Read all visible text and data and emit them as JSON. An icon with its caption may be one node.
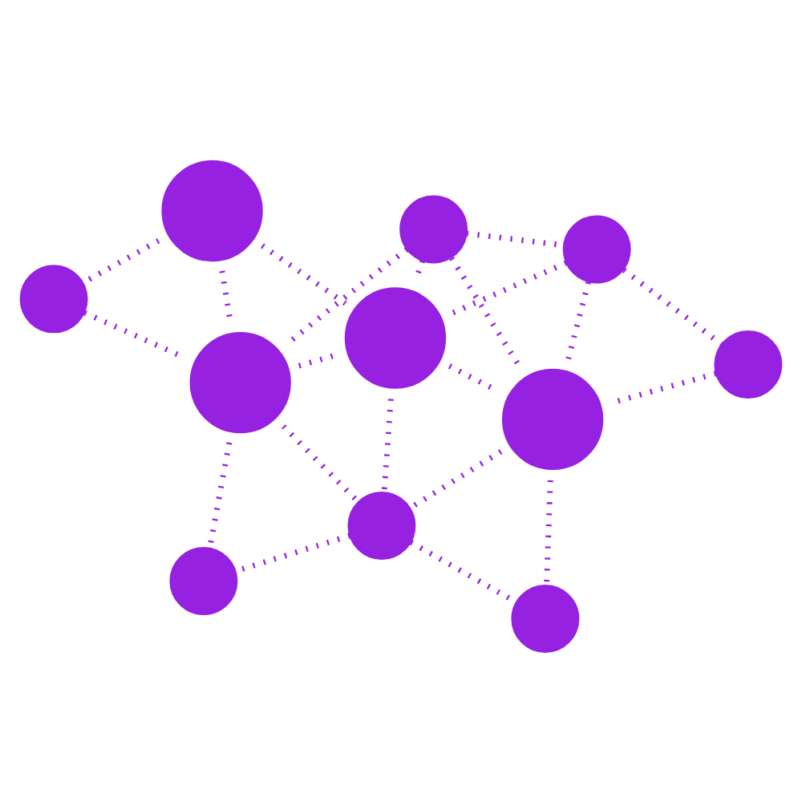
{
  "diagram": {
    "nodes": [
      {
        "text": [],
        "shape": "circle"
      },
      {
        "text": [],
        "shape": "circle"
      },
      {
        "text": [],
        "shape": "circle"
      },
      {
        "text": [],
        "shape": "person"
      },
      {
        "text": [],
        "shape": "person"
      },
      {
        "text": [],
        "shape": "person"
      },
      {
        "text": [],
        "shape": "circle"
      },
      {
        "text": [],
        "shape": "person"
      },
      {
        "text": [],
        "shape": "circle"
      },
      {
        "text": [],
        "shape": "circle"
      },
      {
        "text": [],
        "shape": "circle"
      }
    ],
    "edges": [
      {
        "from": 0,
        "to": 1,
        "arrow": "none",
        "style": "dashed"
      },
      {
        "from": 0,
        "to": 4,
        "arrow": "none",
        "style": "dashed"
      },
      {
        "from": 0,
        "to": 5,
        "arrow": "none",
        "style": "dashed"
      },
      {
        "from": 0,
        "to": 7,
        "arrow": "none",
        "style": "dashed"
      },
      {
        "from": 1,
        "to": 2,
        "arrow": "none",
        "style": "dashed"
      },
      {
        "from": 1,
        "to": 4,
        "arrow": "none",
        "style": "dashed"
      },
      {
        "from": 1,
        "to": 5,
        "arrow": "none",
        "style": "dashed"
      },
      {
        "from": 2,
        "to": 5,
        "arrow": "none",
        "style": "dashed"
      },
      {
        "from": 3,
        "to": 4,
        "arrow": "none",
        "style": "dashed"
      },
      {
        "from": 3,
        "to": 7,
        "arrow": "none",
        "style": "dashed"
      },
      {
        "from": 3,
        "to": 6,
        "arrow": "none",
        "style": "dashed"
      },
      {
        "from": 6,
        "to": 7,
        "arrow": "none",
        "style": "dashed"
      },
      {
        "from": 7,
        "to": 4,
        "arrow": "none",
        "style": "dashed"
      },
      {
        "from": 7,
        "to": 8,
        "arrow": "none",
        "style": "dashed"
      },
      {
        "from": 7,
        "to": 10,
        "arrow": "none",
        "style": "dashed"
      },
      {
        "from": 4,
        "to": 5,
        "arrow": "none",
        "style": "dashed"
      },
      {
        "from": 4,
        "to": 8,
        "arrow": "none",
        "style": "dashed"
      },
      {
        "from": 5,
        "to": 8,
        "arrow": "none",
        "style": "dashed"
      },
      {
        "from": 5,
        "to": 9,
        "arrow": "none",
        "style": "dashed"
      },
      {
        "from": 8,
        "to": 10,
        "arrow": "none",
        "style": "dashed"
      },
      {
        "from": 8,
        "to": 9,
        "arrow": "none",
        "style": "dashed"
      }
    ]
  }
}
